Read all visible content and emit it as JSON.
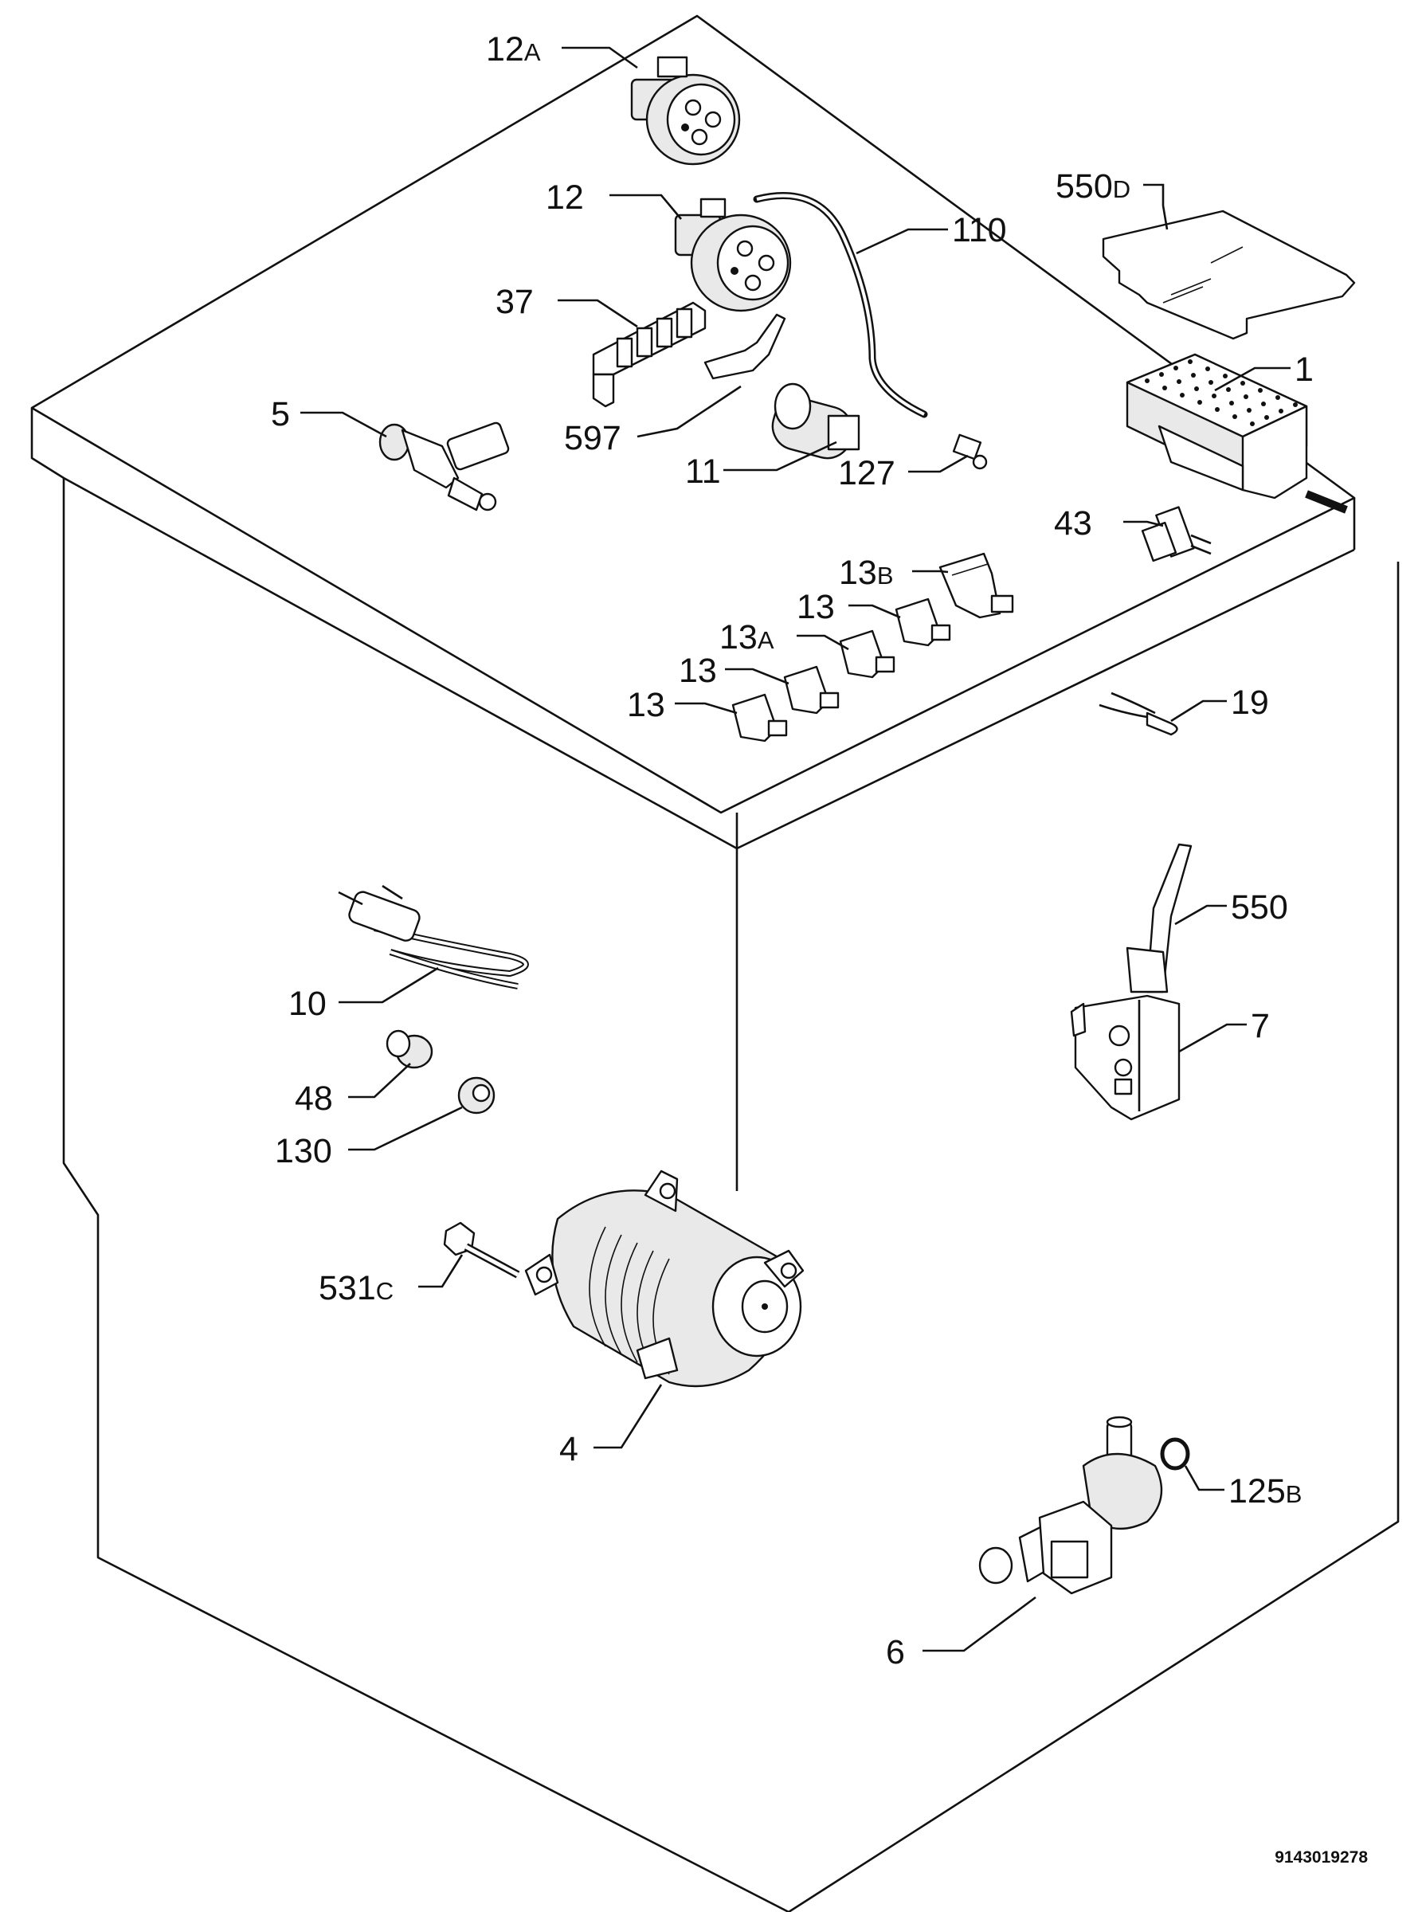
{
  "parts": [
    {
      "id": "p12a",
      "num": "12",
      "suffix": "A"
    },
    {
      "id": "p12",
      "num": "12",
      "suffix": ""
    },
    {
      "id": "p110",
      "num": "110",
      "suffix": ""
    },
    {
      "id": "p550d",
      "num": "550",
      "suffix": "D"
    },
    {
      "id": "p37",
      "num": "37",
      "suffix": ""
    },
    {
      "id": "p1",
      "num": "1",
      "suffix": ""
    },
    {
      "id": "p5",
      "num": "5",
      "suffix": ""
    },
    {
      "id": "p597",
      "num": "597",
      "suffix": ""
    },
    {
      "id": "p11",
      "num": "11",
      "suffix": ""
    },
    {
      "id": "p127",
      "num": "127",
      "suffix": ""
    },
    {
      "id": "p43",
      "num": "43",
      "suffix": ""
    },
    {
      "id": "p13b",
      "num": "13",
      "suffix": "B"
    },
    {
      "id": "p13_4",
      "num": "13",
      "suffix": ""
    },
    {
      "id": "p13a",
      "num": "13",
      "suffix": "A"
    },
    {
      "id": "p13_2",
      "num": "13",
      "suffix": ""
    },
    {
      "id": "p13_1",
      "num": "13",
      "suffix": ""
    },
    {
      "id": "p19",
      "num": "19",
      "suffix": ""
    },
    {
      "id": "p550",
      "num": "550",
      "suffix": ""
    },
    {
      "id": "p10",
      "num": "10",
      "suffix": ""
    },
    {
      "id": "p7",
      "num": "7",
      "suffix": ""
    },
    {
      "id": "p48",
      "num": "48",
      "suffix": ""
    },
    {
      "id": "p130",
      "num": "130",
      "suffix": ""
    },
    {
      "id": "p531c",
      "num": "531",
      "suffix": "C"
    },
    {
      "id": "p4",
      "num": "4",
      "suffix": ""
    },
    {
      "id": "p125b",
      "num": "125",
      "suffix": "B"
    },
    {
      "id": "p6",
      "num": "6",
      "suffix": ""
    }
  ],
  "document_number": "9143019278"
}
